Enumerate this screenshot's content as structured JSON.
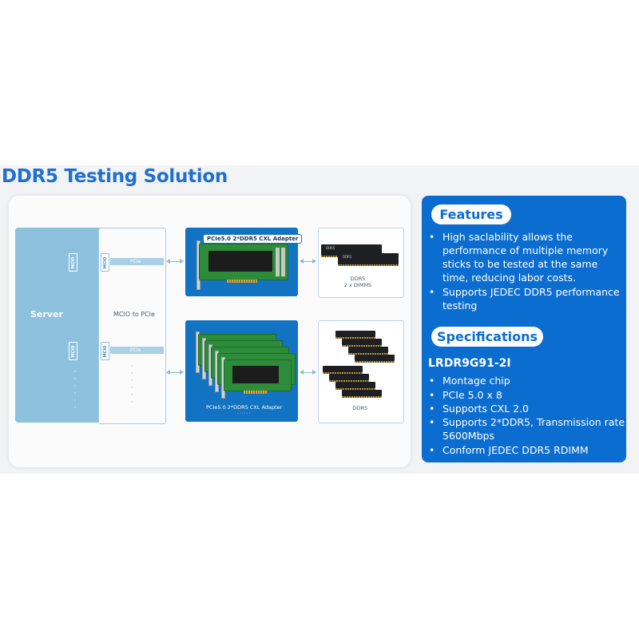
{
  "title": "DDR5 Testing Solution",
  "diagram": {
    "server_label": "Server",
    "port_label": "MCIO",
    "mcio_label": "MCIO to PCIe",
    "pcie_label": "PCIe",
    "adapter_top_title": "PCIe5.0 2*DDR5 CXL Adapter",
    "adapter_bottom_caption": "PCIe5.0 2*DDR5 CXL Adapter",
    "ddr_top_caption_line1": "DDR5",
    "ddr_top_caption_line2": "2 x DIMMS",
    "ddr_bottom_caption": "DDR5",
    "stick_label": "DDR5"
  },
  "features": {
    "heading": "Features",
    "items": [
      "High saclability allows the performance of multiple memory sticks to be tested at the same time, reducing labor costs.",
      "Supports JEDEC DDR5 performance testing"
    ]
  },
  "specifications": {
    "heading": "Specifications",
    "model": "LRDR9G91-2I",
    "items": [
      "Montage  chip",
      "PCIe 5.0 x 8",
      "Supports CXL 2.0",
      "Supports 2*DDR5, Transmission rate 5600Mbps",
      "Conform  JEDEC DDR5  RDIMM"
    ]
  },
  "colors": {
    "accent": "#1f6fd1",
    "panel": "#0c6dd0",
    "server": "#8dc1de",
    "adapter": "#1173c2"
  }
}
